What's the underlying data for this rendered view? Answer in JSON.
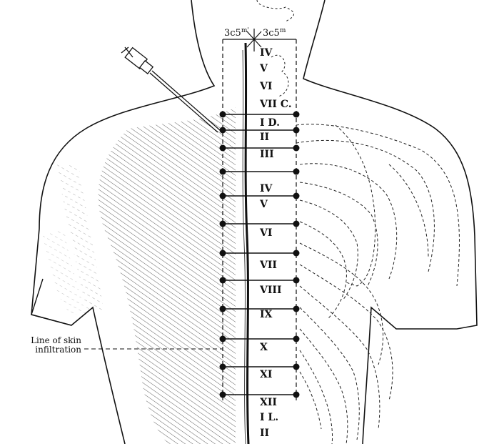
{
  "measure": {
    "left": "3c5",
    "left_sup": "m'",
    "right": "3c5",
    "right_sup": "m"
  },
  "annotation": {
    "line1": "Line of skin",
    "line2": "infiltration"
  },
  "vertebrae": [
    {
      "id": "c4",
      "label": "IV"
    },
    {
      "id": "c5",
      "label": "V"
    },
    {
      "id": "c6",
      "label": "VI"
    },
    {
      "id": "c7",
      "label": "VII C."
    },
    {
      "id": "t1",
      "label": "I D."
    },
    {
      "id": "t2",
      "label": "II"
    },
    {
      "id": "t3",
      "label": "III"
    },
    {
      "id": "t4",
      "label": "IV"
    },
    {
      "id": "t5",
      "label": "V"
    },
    {
      "id": "t6",
      "label": "VI"
    },
    {
      "id": "t7",
      "label": "VII"
    },
    {
      "id": "t8",
      "label": "VIII"
    },
    {
      "id": "t9",
      "label": "IX"
    },
    {
      "id": "t10",
      "label": "X"
    },
    {
      "id": "t11",
      "label": "XI"
    },
    {
      "id": "t12",
      "label": "XII"
    },
    {
      "id": "l1",
      "label": "I L."
    },
    {
      "id": "l2",
      "label": "II"
    }
  ],
  "colors": {
    "ink": "#111111",
    "paper": "#ffffff",
    "hatch": "#555555"
  }
}
